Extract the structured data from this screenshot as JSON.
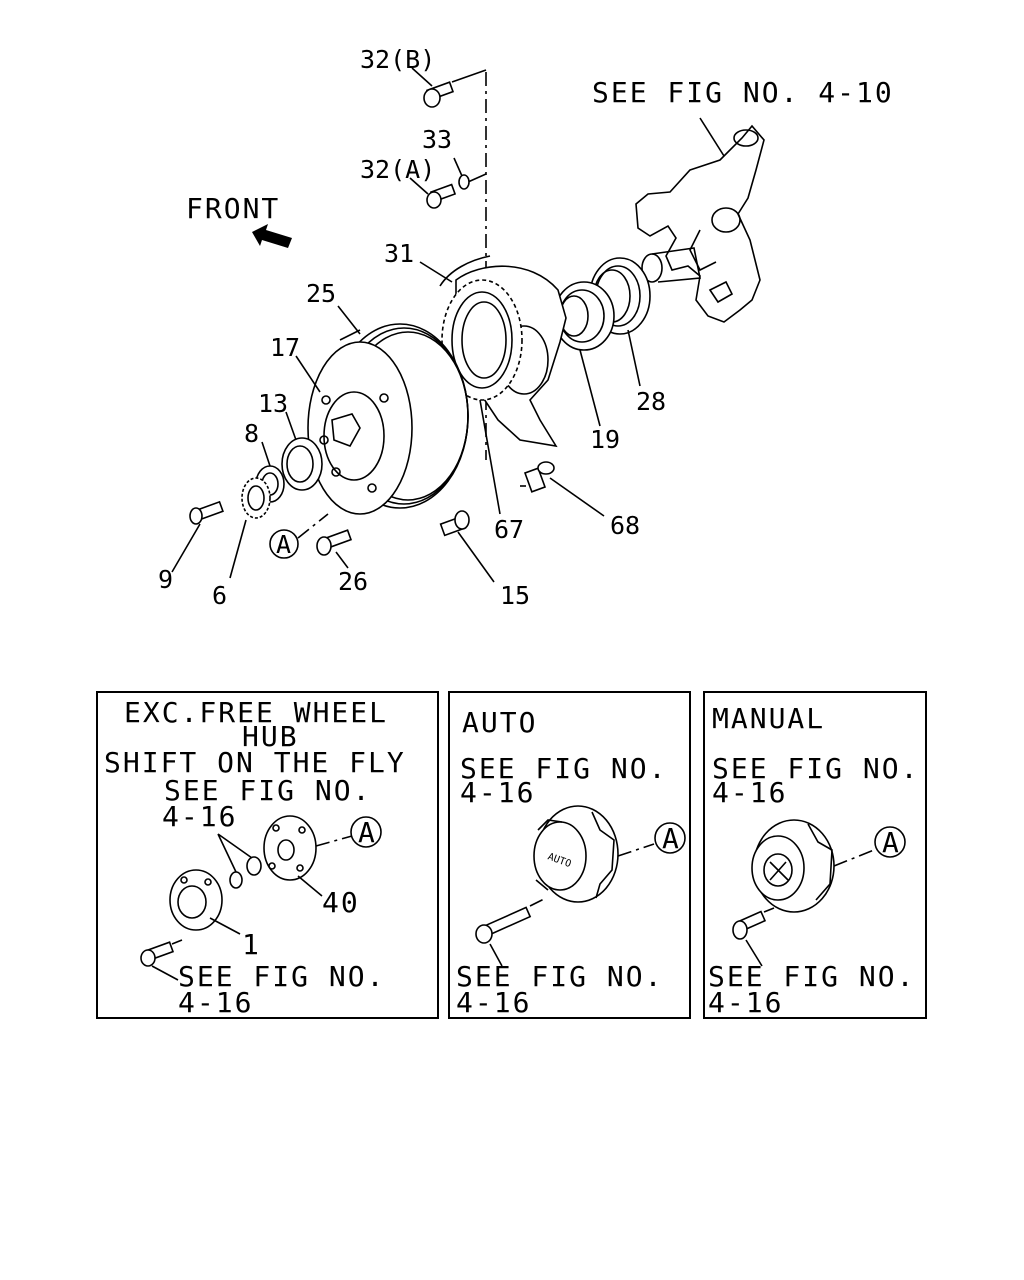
{
  "main_diagram": {
    "see_fig_knuckle": "SEE FIG NO. 4-10",
    "front_label": "FRONT",
    "parts": {
      "p32b": "32(B)",
      "p33": "33",
      "p32a": "32(A)",
      "p31": "31",
      "p25": "25",
      "p17": "17",
      "p13": "13",
      "p8": "8",
      "p9": "9",
      "p6": "6",
      "pA": "A",
      "p26": "26",
      "p15": "15",
      "p67": "67",
      "p68": "68",
      "p19": "19",
      "p28": "28"
    }
  },
  "boxes": {
    "exc": {
      "line1": "EXC.FREE WHEEL",
      "line2": "HUB",
      "line3": "SHIFT ON THE FLY",
      "line4": "SEE FIG NO.",
      "line5": "4-16",
      "part40": "40",
      "part1": "1",
      "refA": "A",
      "bottom1": "SEE FIG NO.",
      "bottom2": "4-16"
    },
    "auto": {
      "title": "AUTO",
      "see1": "SEE FIG NO.",
      "see2": "4-16",
      "hub_text": "AUTO",
      "refA": "A",
      "bottom1": "SEE FIG NO.",
      "bottom2": "4-16"
    },
    "manual": {
      "title": "MANUAL",
      "see1": "SEE FIG NO.",
      "see2": "4-16",
      "refA": "A",
      "bottom1": "SEE FIG NO.",
      "bottom2": "4-16"
    }
  }
}
